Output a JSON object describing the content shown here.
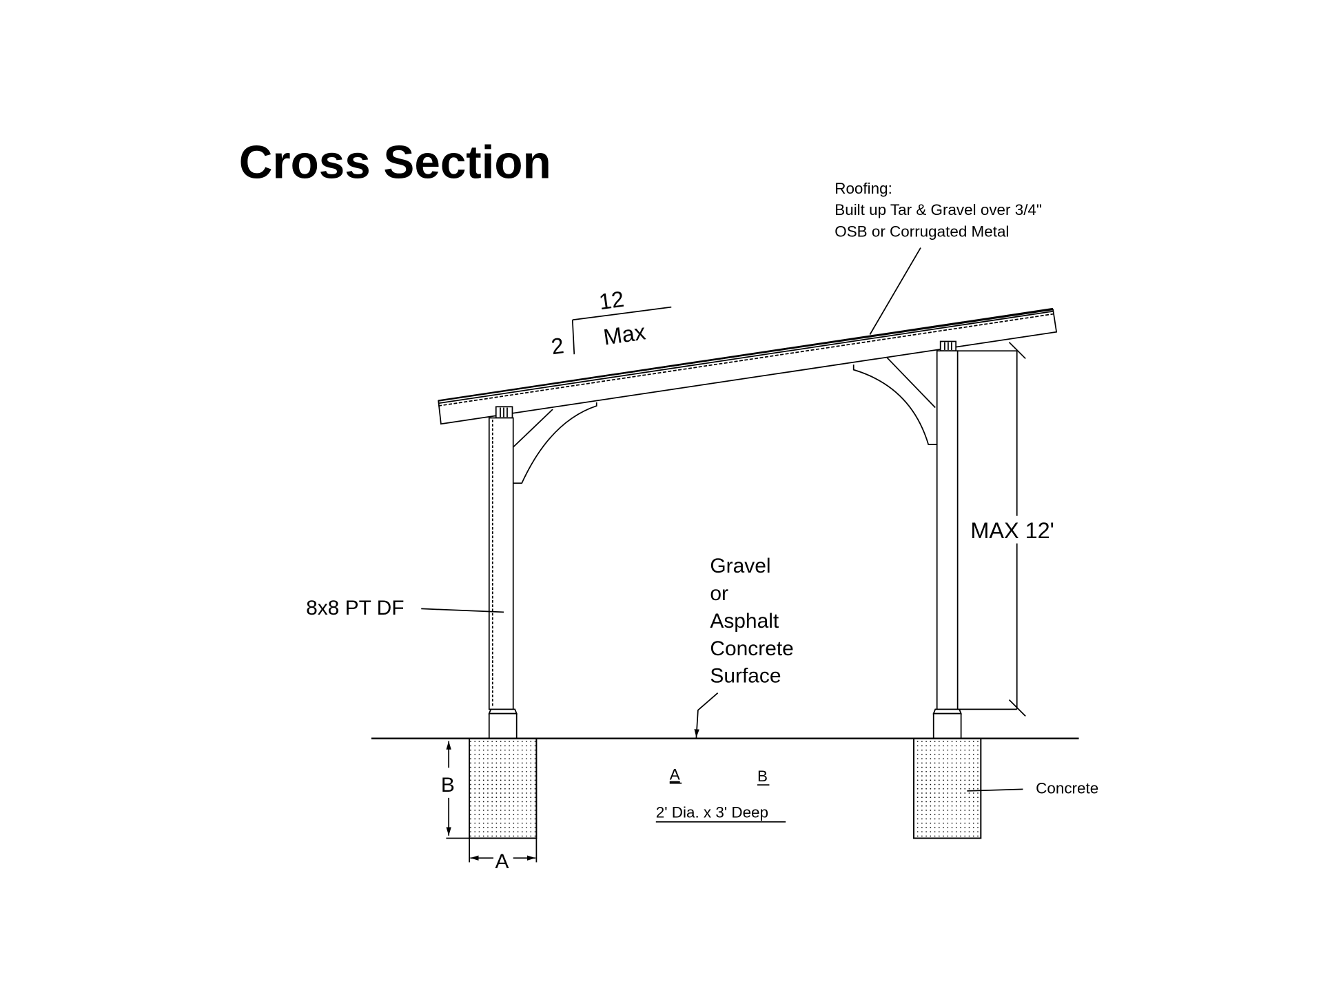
{
  "title": "Cross Section",
  "roofing_note": [
    "Roofing:",
    "Built up Tar & Gravel over 3/4\"",
    "OSB or Corrugated Metal"
  ],
  "pitch": {
    "rise": "2",
    "run": "12",
    "qualifier": "Max"
  },
  "height_dimension": "MAX 12'",
  "post_label": "8x8 PT DF",
  "surface_label": [
    "Gravel",
    "or",
    "Asphalt",
    "Concrete",
    "Surface"
  ],
  "footing": {
    "dim_a": "A",
    "dim_b": "B",
    "table_a": "A",
    "table_b": "B",
    "size": "2' Dia. x 3' Deep",
    "material_label": "Concrete"
  }
}
